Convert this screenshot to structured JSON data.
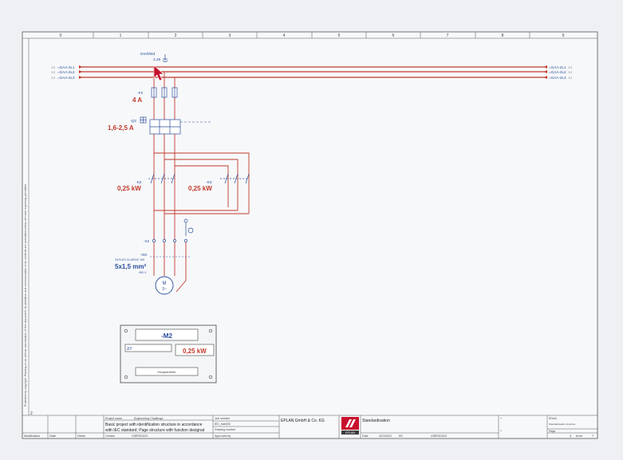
{
  "colors": {
    "paper": "#f6f7f9",
    "border": "#555555",
    "power_line": "#c0392b",
    "wire_red": "#cc3333",
    "symbol_blue": "#2a4e9a",
    "label_red": "#c0392b",
    "logo_red": "#c8102e"
  },
  "columns": [
    "0",
    "1",
    "2",
    "3",
    "4",
    "5",
    "6",
    "7",
    "8",
    "9"
  ],
  "side_note": "Protected by copyright. Passing on as well as reproduction of this document, its utilisation and communication of its contents are prohibited unless we have expressly permitted.",
  "supply": {
    "left": [
      {
        "ref": "14",
        "name": "=GAA-2L1"
      },
      {
        "ref": "14",
        "name": "=GAA-2L2"
      },
      {
        "ref": "14",
        "name": "=GAA-2L3"
      }
    ],
    "right": [
      {
        "ref": "14",
        "name": "=GAA-2L1"
      },
      {
        "ref": "14",
        "name": "=GAA-2L2"
      },
      {
        "ref": "14",
        "name": "=GAA-2L3"
      }
    ]
  },
  "rotation": {
    "label": "Drehfeld",
    "value": "4,25"
  },
  "fuse": {
    "tag": "-F2",
    "rating": "4 A"
  },
  "breaker": {
    "tag": "-Q2",
    "range": "1,6-2,5 A"
  },
  "contactor_k2": {
    "tag": "-K2",
    "power": "0,25 kW"
  },
  "contactor_k3": {
    "tag": "-K3",
    "power": "0,25 kW"
  },
  "terminal": {
    "tag": "-X2"
  },
  "cable": {
    "tag": "-W2",
    "type": "ÖLFLEX CLASSIC 100",
    "size": "5x1,5 mm²",
    "voltage": "400 V"
  },
  "motor": {
    "tag": "M",
    "phases": "3~"
  },
  "panel": {
    "title": "-M2",
    "symbol": "ΔY",
    "power": "0,25 kW",
    "label": "Hauptantrieb"
  },
  "title_block": {
    "project_name_label": "Project name",
    "project_name": "Engineering Challenge",
    "description_line1": "Basic project with identification structure in accordance",
    "description_line2": "with IEC standard; Page structure with function designat",
    "creator_label": "Creator",
    "creator": "USER01023",
    "job_number_label": "Job number",
    "job_number": "IEC_bas003",
    "drawing_number_label": "Drawing number",
    "approved_by_label": "Approved by",
    "company": "EPLAN GmbH & Co. KG",
    "logo_text": "EPLAN",
    "page_title": "Standardisation",
    "date_label": "Date",
    "date_value": "9/21/2022",
    "ed": "ED",
    "user": "USER01023",
    "modification_label": "Modification",
    "date_col_label": "Date",
    "name_col_label": "Name",
    "plus_mark": "+",
    "eq_mark": "=",
    "right_code": "EDAA",
    "right_sub": "Standardisation structure",
    "page_label": "Page",
    "page_value": "3",
    "from_label": "from",
    "from_value": "7",
    "rev_mark": "2"
  }
}
